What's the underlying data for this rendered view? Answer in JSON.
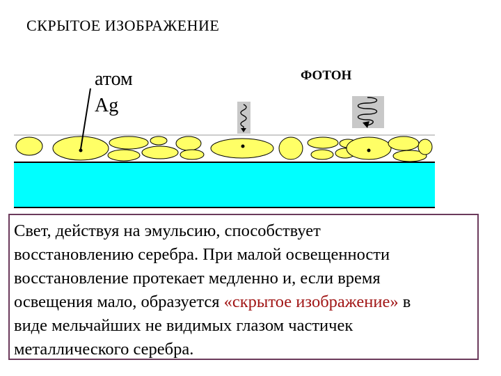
{
  "title": "СКРЫТОЕ ИЗОБРАЖЕНИЕ",
  "labels": {
    "atom": "атом",
    "ag": "Ag",
    "photon": "ФОТОН"
  },
  "colors": {
    "grain_fill": "#ffff66",
    "substrate": "#00ffff",
    "highlight": "#a11616",
    "box_border": "#6b3a5b"
  },
  "text": {
    "line1": "Свет, действуя на эмульсию, способствует",
    "line2": "восстановлению серебра. При малой освещенности",
    "line3": "восстановление протекает медленно и, если время",
    "line4_before": "освещения мало, образуется ",
    "line4_highlight": "«скрытое изображение»",
    "line4_after": " в",
    "line5": "виде мельчайших не видимых глазом частичек",
    "line6": "металлического серебра."
  }
}
